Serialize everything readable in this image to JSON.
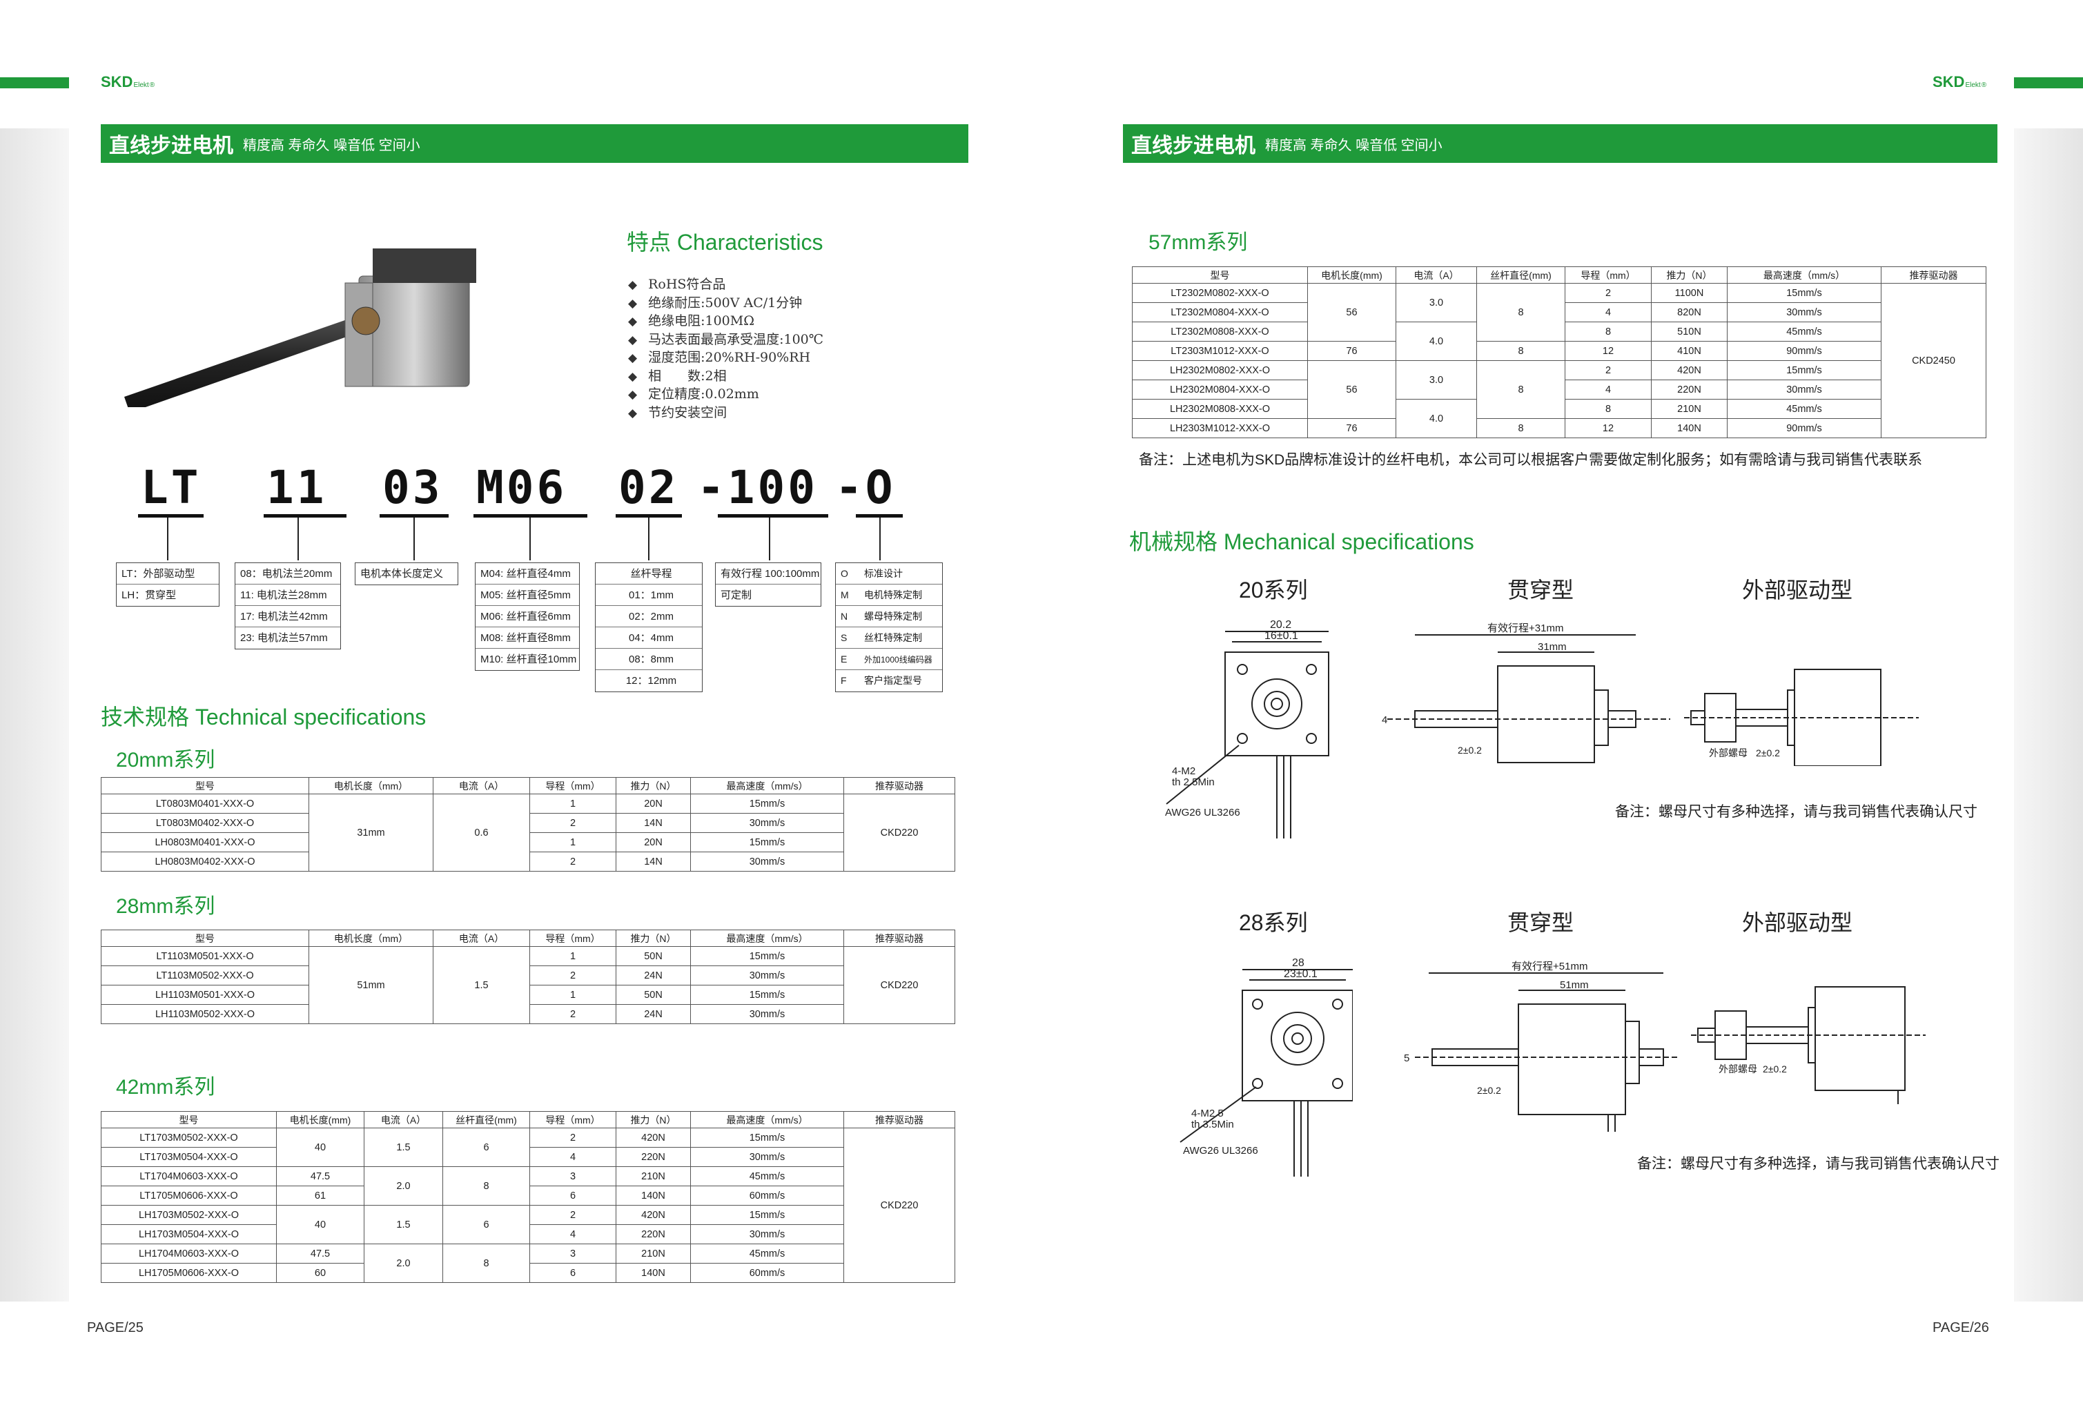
{
  "brand": {
    "logo": "SKD",
    "logo_suffix": "Elekt",
    "trademark": "®"
  },
  "header": {
    "title": "直线步进电机",
    "subtitle": "精度高 寿命久 噪音低 空间小"
  },
  "left": {
    "page": "PAGE/25",
    "characteristics": {
      "title": "特点 Characteristics",
      "items": [
        "RoHS符合品",
        "绝缘耐压:500V AC/1分钟",
        "绝缘电阻:100MΩ",
        "马达表面最高承受温度:100℃",
        "湿度范围:20%RH-90%RH",
        "相　　数:2相",
        "定位精度:0.02mm",
        "节约安装空间"
      ]
    },
    "model_code": {
      "segments": [
        "LT",
        "11",
        "03",
        "M06",
        "02",
        "-100",
        "-O"
      ]
    },
    "code_boxes": {
      "type": [
        "LT：外部驱动型",
        "LH：贯穿型"
      ],
      "flange": [
        "08：电机法兰20mm",
        "11: 电机法兰28mm",
        "17: 电机法兰42mm",
        "23: 电机法兰57mm"
      ],
      "length": [
        "电机本体长度定义"
      ],
      "screw": [
        "M04: 丝杆直径4mm",
        "M05: 丝杆直径5mm",
        "M06: 丝杆直径6mm",
        "M08: 丝杆直径8mm",
        "M10: 丝杆直径10mm"
      ],
      "lead": [
        "丝杆导程",
        "01：1mm",
        "02：2mm",
        "04：4mm",
        "08：8mm",
        "12：12mm"
      ],
      "stroke": [
        "有效行程 100:100mm",
        "可定制"
      ],
      "option": [
        [
          "O",
          "标准设计"
        ],
        [
          "M",
          "电机特殊定制"
        ],
        [
          "N",
          "螺母特殊定制"
        ],
        [
          "S",
          "丝杠特殊定制"
        ],
        [
          "E",
          "外加1000线编码器"
        ],
        [
          "F",
          "客户指定型号"
        ]
      ]
    },
    "tech_title": "技术规格 Technical specifications",
    "headers6": [
      "型号",
      "电机长度（mm）",
      "电流（A）",
      "导程（mm）",
      "推力（N）",
      "最高速度（mm/s）",
      "推荐驱动器"
    ],
    "headers7": [
      "型号",
      "电机长度(mm)",
      "电流（A）",
      "丝杆直径(mm)",
      "导程（mm）",
      "推力（N）",
      "最高速度（mm/s）",
      "推荐驱动器"
    ],
    "t20": {
      "title": "20mm系列",
      "models": [
        "LT0803M0401-XXX-O",
        "LT0803M0402-XXX-O",
        "LH0803M0401-XXX-O",
        "LH0803M0402-XXX-O"
      ],
      "length": "31mm",
      "current": "0.6",
      "lead": [
        "1",
        "2",
        "1",
        "2"
      ],
      "thrust": [
        "20N",
        "14N",
        "20N",
        "14N"
      ],
      "speed": [
        "15mm/s",
        "30mm/s",
        "15mm/s",
        "30mm/s"
      ],
      "driver": "CKD220"
    },
    "t28": {
      "title": "28mm系列",
      "models": [
        "LT1103M0501-XXX-O",
        "LT1103M0502-XXX-O",
        "LH1103M0501-XXX-O",
        "LH1103M0502-XXX-O"
      ],
      "length": "51mm",
      "current": "1.5",
      "lead": [
        "1",
        "2",
        "1",
        "2"
      ],
      "thrust": [
        "50N",
        "24N",
        "50N",
        "24N"
      ],
      "speed": [
        "15mm/s",
        "30mm/s",
        "15mm/s",
        "30mm/s"
      ],
      "driver": "CKD220"
    },
    "t42": {
      "title": "42mm系列",
      "models": [
        "LT1703M0502-XXX-O",
        "LT1703M0504-XXX-O",
        "LT1704M0603-XXX-O",
        "LT1705M0606-XXX-O",
        "LH1703M0502-XXX-O",
        "LH1703M0504-XXX-O",
        "LH1704M0603-XXX-O",
        "LH1705M0606-XXX-O"
      ],
      "length": [
        "40",
        "47.5",
        "61",
        "40",
        "47.5",
        "60"
      ],
      "current": [
        "1.5",
        "2.0",
        "1.5",
        "2.0"
      ],
      "diameter": [
        "6",
        "8",
        "6",
        "8"
      ],
      "lead": [
        "2",
        "4",
        "3",
        "6",
        "2",
        "4",
        "3",
        "6"
      ],
      "thrust": [
        "420N",
        "220N",
        "210N",
        "140N",
        "420N",
        "220N",
        "210N",
        "140N"
      ],
      "speed": [
        "15mm/s",
        "30mm/s",
        "45mm/s",
        "60mm/s",
        "15mm/s",
        "30mm/s",
        "45mm/s",
        "60mm/s"
      ],
      "driver": "CKD220"
    }
  },
  "right": {
    "page": "PAGE/26",
    "t57": {
      "title": "57mm系列",
      "models": [
        "LT2302M0802-XXX-O",
        "LT2302M0804-XXX-O",
        "LT2302M0808-XXX-O",
        "LT2303M1012-XXX-O",
        "LH2302M0802-XXX-O",
        "LH2302M0804-XXX-O",
        "LH2302M0808-XXX-O",
        "LH2303M1012-XXX-O"
      ],
      "length": [
        "56",
        "76",
        "56",
        "76"
      ],
      "current": [
        "3.0",
        "4.0",
        "3.0",
        "4.0"
      ],
      "diameter": [
        "8",
        "8",
        "8",
        "8"
      ],
      "lead": [
        "2",
        "4",
        "8",
        "12",
        "2",
        "4",
        "8",
        "12"
      ],
      "thrust": [
        "1100N",
        "820N",
        "510N",
        "410N",
        "420N",
        "220N",
        "210N",
        "140N"
      ],
      "speed": [
        "15mm/s",
        "30mm/s",
        "45mm/s",
        "90mm/s",
        "15mm/s",
        "30mm/s",
        "45mm/s",
        "90mm/s"
      ],
      "driver": "CKD2450"
    },
    "note57": "备注：上述电机为SKD品牌标准设计的丝杆电机，本公司可以根据客户需要做定制化服务；如有需晗请与我司销售代表联系",
    "mech_title": "机械规格 Mechanical specifications",
    "row20": {
      "series": "20系列",
      "through": "贯穿型",
      "external": "外部驱动型",
      "note": "备注：螺母尺寸有多种选择，请与我司销售代表确认尺寸",
      "dims": {
        "w": "20.2",
        "h": "16±0.1",
        "holes": "4-M2",
        "depth": "th 2.5Min",
        "wire": "AWG26 UL3266",
        "stroke": "有效行程+31mm",
        "body": "31mm",
        "lead": "2±0.2",
        "side": "4",
        "nut": "外部螺母",
        "nut_tol": "2±0.2"
      }
    },
    "row28": {
      "series": "28系列",
      "through": "贯穿型",
      "external": "外部驱动型",
      "note": "备注：螺母尺寸有多种选择，请与我司销售代表确认尺寸",
      "dims": {
        "w": "28",
        "h": "23±0.1",
        "holes": "4-M2.5",
        "depth": "th 3.5Min",
        "wire": "AWG26 UL3266",
        "stroke": "有效行程+51mm",
        "body": "51mm",
        "lead": "2±0.2",
        "side": "5",
        "nut": "外部螺母",
        "nut_tol": "2±0.2"
      }
    }
  }
}
